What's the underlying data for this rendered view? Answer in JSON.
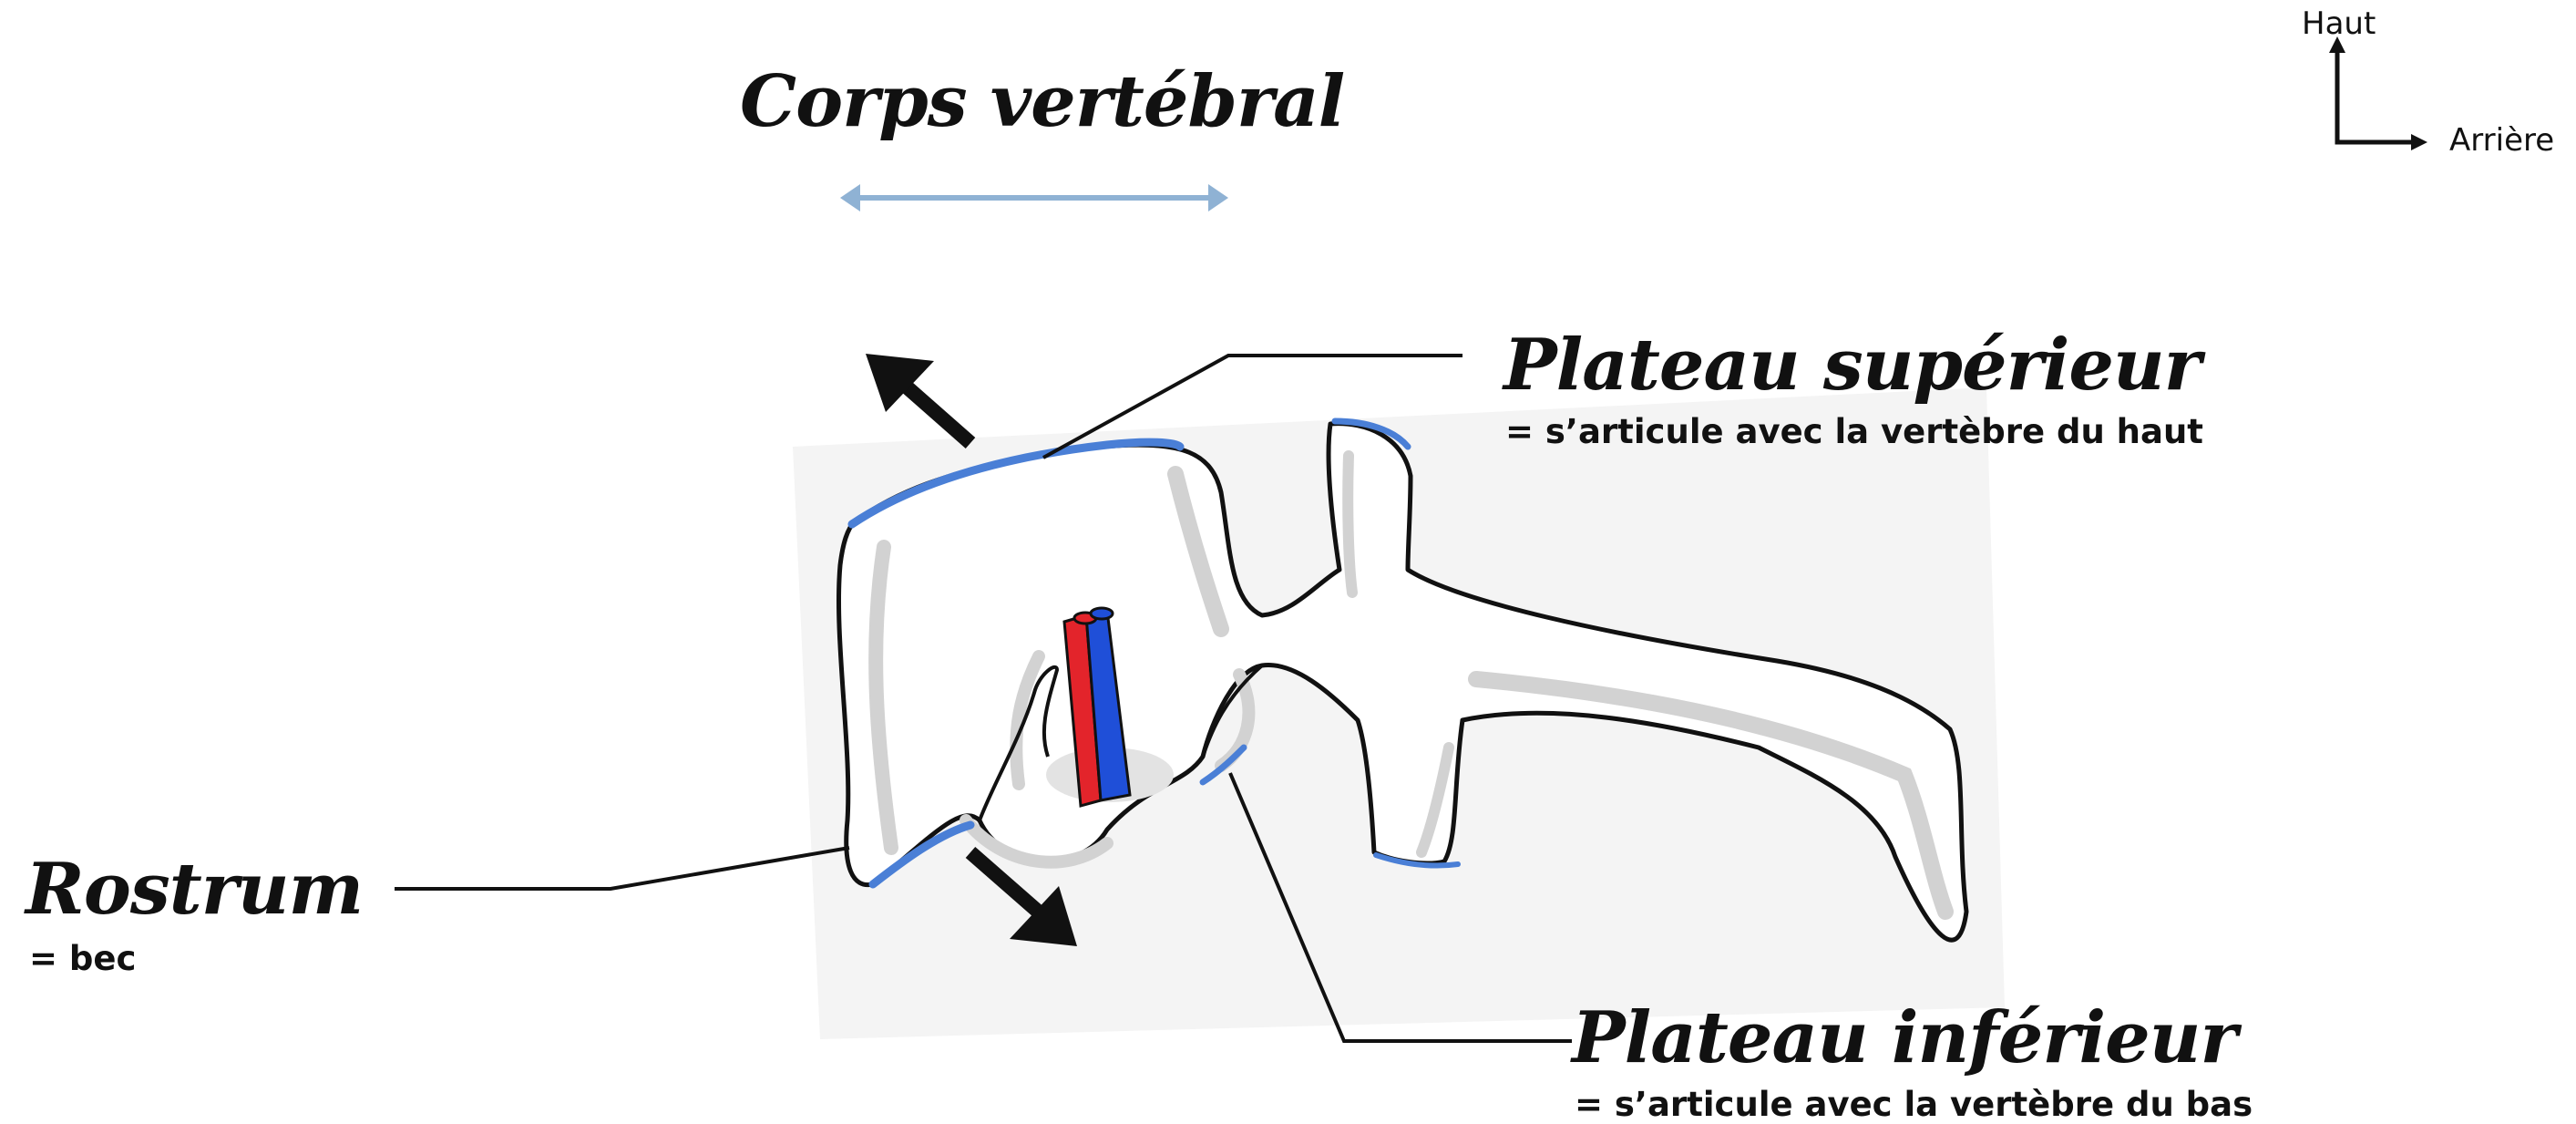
{
  "title": "Corps vertébral",
  "orientation": {
    "up": "Haut",
    "back": "Arrière"
  },
  "labels": {
    "plateau_superieur": {
      "title": "Plateau supérieur",
      "desc": "= s’articule avec la vertèbre du haut"
    },
    "plateau_inferieur": {
      "title": "Plateau inférieur",
      "desc": "= s’articule avec la vertèbre du bas"
    },
    "rostrum": {
      "title": "Rostrum",
      "desc": "= bec"
    }
  },
  "colors": {
    "ink": "#111111",
    "plateau_blue": "#4a7fd6",
    "span_arrow": "#8fb2d4",
    "artery_red": "#e3242b",
    "vein_blue": "#1f4fd8",
    "bone_shadow": "#d2d2d2",
    "background_card": "#f3f3f3"
  },
  "icons": {
    "orientation": "axis-arrows-icon",
    "span": "double-headed-arrow-icon",
    "motion_up": "arrow-up-left-icon",
    "motion_down": "arrow-down-right-icon",
    "vessels": "blood-vessels-icon"
  }
}
